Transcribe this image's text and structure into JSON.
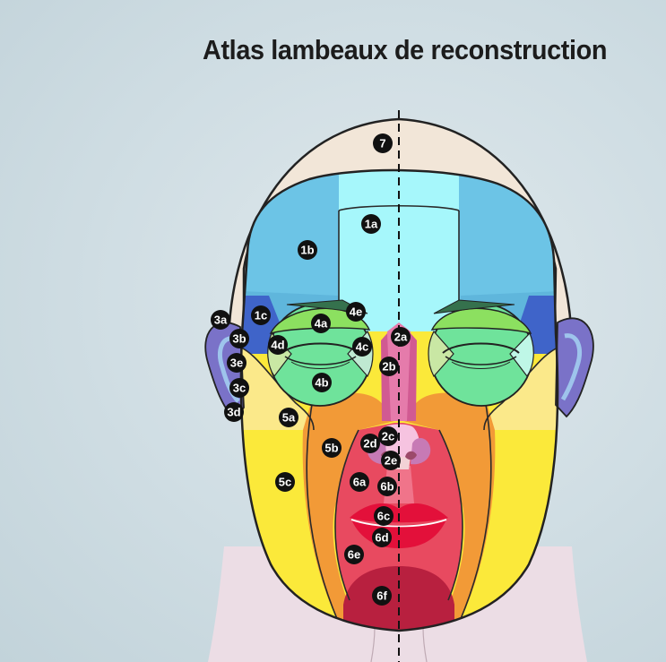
{
  "title": "Atlas lambeaux de reconstruction",
  "colors": {
    "background": "#cfdde3",
    "skull": "#f2e6d8",
    "forehead_center": "#a6f7fb",
    "forehead_side": "#6cc4e6",
    "temple_blue": "#3f64c9",
    "eyelid_green": "#8ce060",
    "periorbital_green": "#6fe39b",
    "malar_yellow": "#fbe98a",
    "cheek_orange": "#f29a37",
    "jaw_yellow": "#fbe93a",
    "lip_red": "#e84a60",
    "chin_red": "#b8203f",
    "nose_pink": "#e57bab",
    "ear_purple": "#7a72c8",
    "neck": "#ecdde5",
    "badge": "#111111"
  },
  "labels": [
    {
      "id": "7",
      "text": "7"
    },
    {
      "id": "1a",
      "text": "1a"
    },
    {
      "id": "1b",
      "text": "1b"
    },
    {
      "id": "1c",
      "text": "1c"
    },
    {
      "id": "3a",
      "text": "3a"
    },
    {
      "id": "3b",
      "text": "3b"
    },
    {
      "id": "3e",
      "text": "3e"
    },
    {
      "id": "3c",
      "text": "3c"
    },
    {
      "id": "3d",
      "text": "3d"
    },
    {
      "id": "4a",
      "text": "4a"
    },
    {
      "id": "4e",
      "text": "4e"
    },
    {
      "id": "4d",
      "text": "4d"
    },
    {
      "id": "4c",
      "text": "4c"
    },
    {
      "id": "4b",
      "text": "4b"
    },
    {
      "id": "2a",
      "text": "2a"
    },
    {
      "id": "2b",
      "text": "2b"
    },
    {
      "id": "2c",
      "text": "2c"
    },
    {
      "id": "2d",
      "text": "2d"
    },
    {
      "id": "2e",
      "text": "2e"
    },
    {
      "id": "5a",
      "text": "5a"
    },
    {
      "id": "5b",
      "text": "5b"
    },
    {
      "id": "5c",
      "text": "5c"
    },
    {
      "id": "6a",
      "text": "6a"
    },
    {
      "id": "6b",
      "text": "6b"
    },
    {
      "id": "6c",
      "text": "6c"
    },
    {
      "id": "6d",
      "text": "6d"
    },
    {
      "id": "6e",
      "text": "6e"
    },
    {
      "id": "6f",
      "text": "6f"
    }
  ]
}
